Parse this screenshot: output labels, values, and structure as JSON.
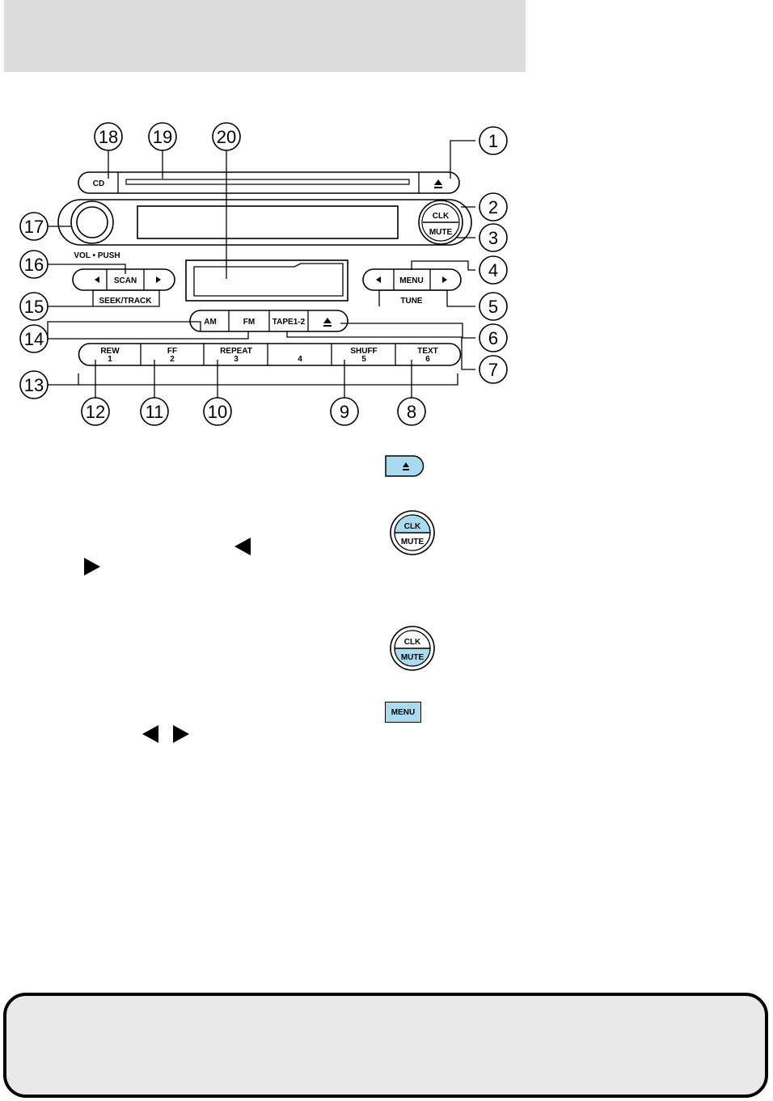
{
  "radio": {
    "cd_label": "CD",
    "vol_push_label": "VOL • PUSH",
    "scan_label": "SCAN",
    "seek_track_label": "SEEK/TRACK",
    "clk_label": "CLK",
    "mute_label": "MUTE",
    "menu_label": "MENU",
    "tune_label": "TUNE",
    "am_label": "AM",
    "fm_label": "FM",
    "tape_label": "TAPE1-2",
    "preset_buttons": [
      {
        "top": "REW",
        "bottom": "1"
      },
      {
        "top": "FF",
        "bottom": "2"
      },
      {
        "top": "REPEAT",
        "bottom": "3"
      },
      {
        "top": "",
        "bottom": "4"
      },
      {
        "top": "SHUFF",
        "bottom": "5"
      },
      {
        "top": "TEXT",
        "bottom": "6"
      }
    ]
  },
  "callouts": [
    "1",
    "2",
    "3",
    "4",
    "5",
    "6",
    "7",
    "8",
    "9",
    "10",
    "11",
    "12",
    "13",
    "14",
    "15",
    "16",
    "17",
    "18",
    "19",
    "20"
  ],
  "icons": {
    "eject": "eject-icon",
    "clk_mute_a": "clk-mute-icon",
    "clk_mute_b": "clk-mute-icon",
    "menu_label": "MENU",
    "clk_label": "CLK",
    "mute_label": "MUTE"
  },
  "colors": {
    "highlight": "#a8dbef",
    "header_bg": "#dcdcdc",
    "footer_bg": "#e9e9e9"
  }
}
